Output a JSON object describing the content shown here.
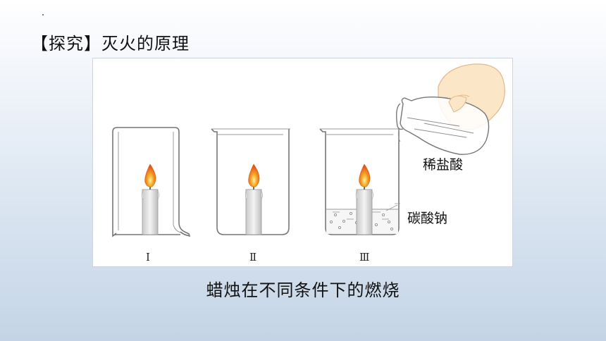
{
  "slide": {
    "title": "【探究】灭火的原理",
    "caption": "蜡烛在不同条件下的燃烧"
  },
  "figure": {
    "labels": {
      "acid": "稀盐酸",
      "carbonate": "碳酸钠"
    },
    "beakers": [
      {
        "numeral": "Ⅰ"
      },
      {
        "numeral": "Ⅱ"
      },
      {
        "numeral": "Ⅲ"
      }
    ]
  }
}
